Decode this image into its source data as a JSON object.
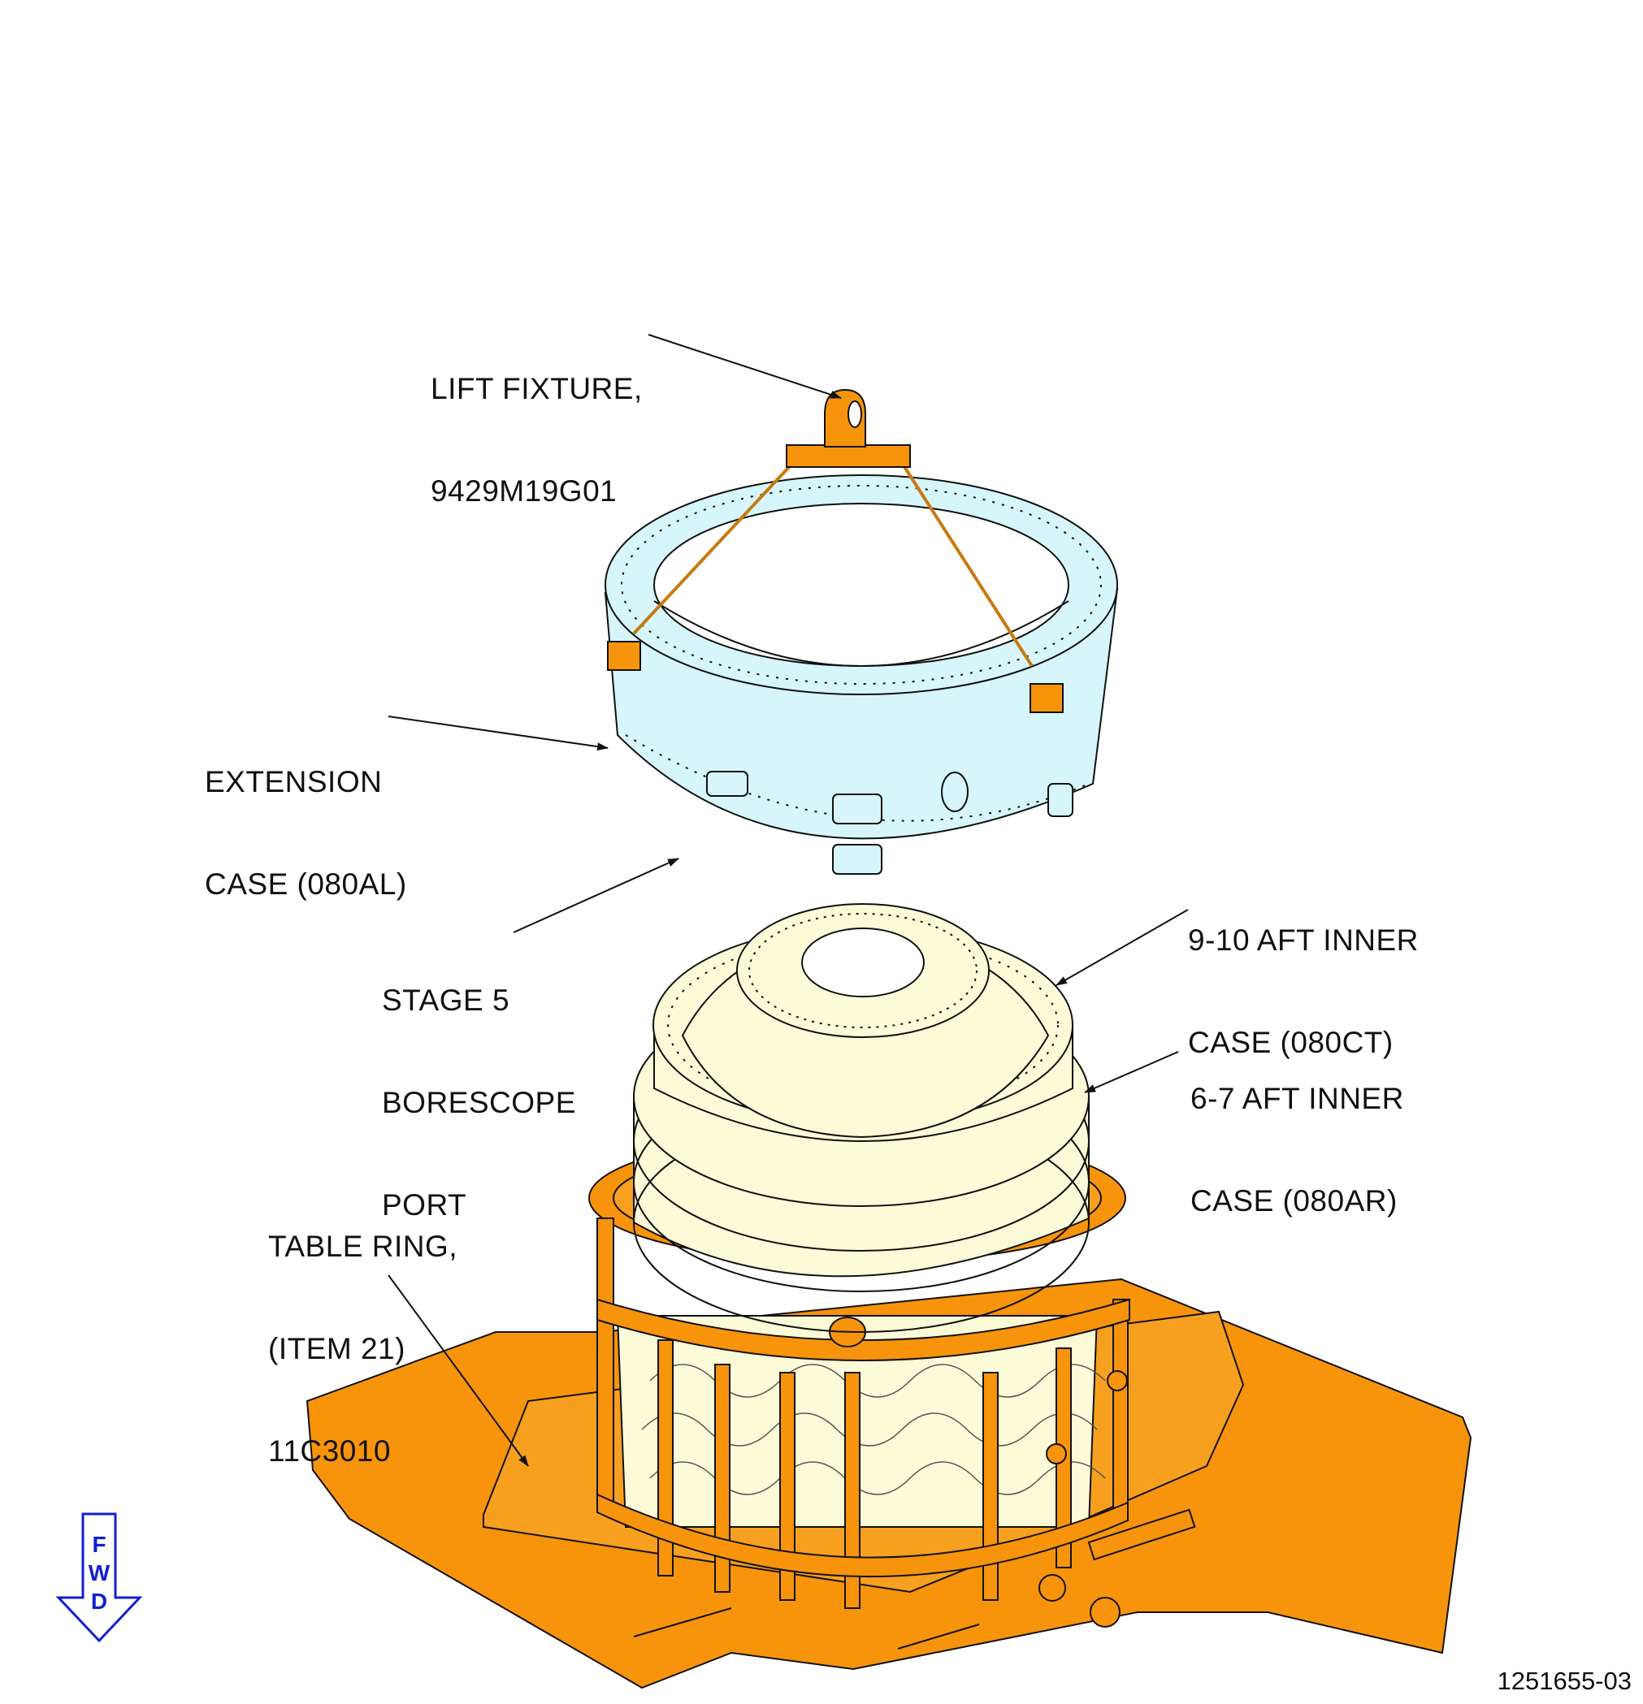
{
  "callouts": {
    "lift_fixture": [
      "LIFT FIXTURE,",
      "9429M19G01"
    ],
    "extension_case": [
      "EXTENSION",
      "CASE (080AL)"
    ],
    "stage5_port": [
      "STAGE 5",
      "BORESCOPE",
      "PORT"
    ],
    "aft_inner_9_10": [
      "9-10 AFT INNER",
      "CASE (080CT)"
    ],
    "aft_inner_6_7": [
      "6-7 AFT INNER",
      "CASE (080AR)"
    ],
    "table_ring": [
      "TABLE RING,",
      "(ITEM 21)",
      "11C3010"
    ]
  },
  "fwd_indicator": [
    "F",
    "W",
    "D"
  ],
  "figure_number": "1251655-03",
  "colors": {
    "fixture_orange": "#f7940c",
    "extension_case_cyan": "#d6f6fb",
    "inner_case_cream": "#fbfbd8",
    "fwd_blue": "#1020d0",
    "line": "#111111"
  }
}
